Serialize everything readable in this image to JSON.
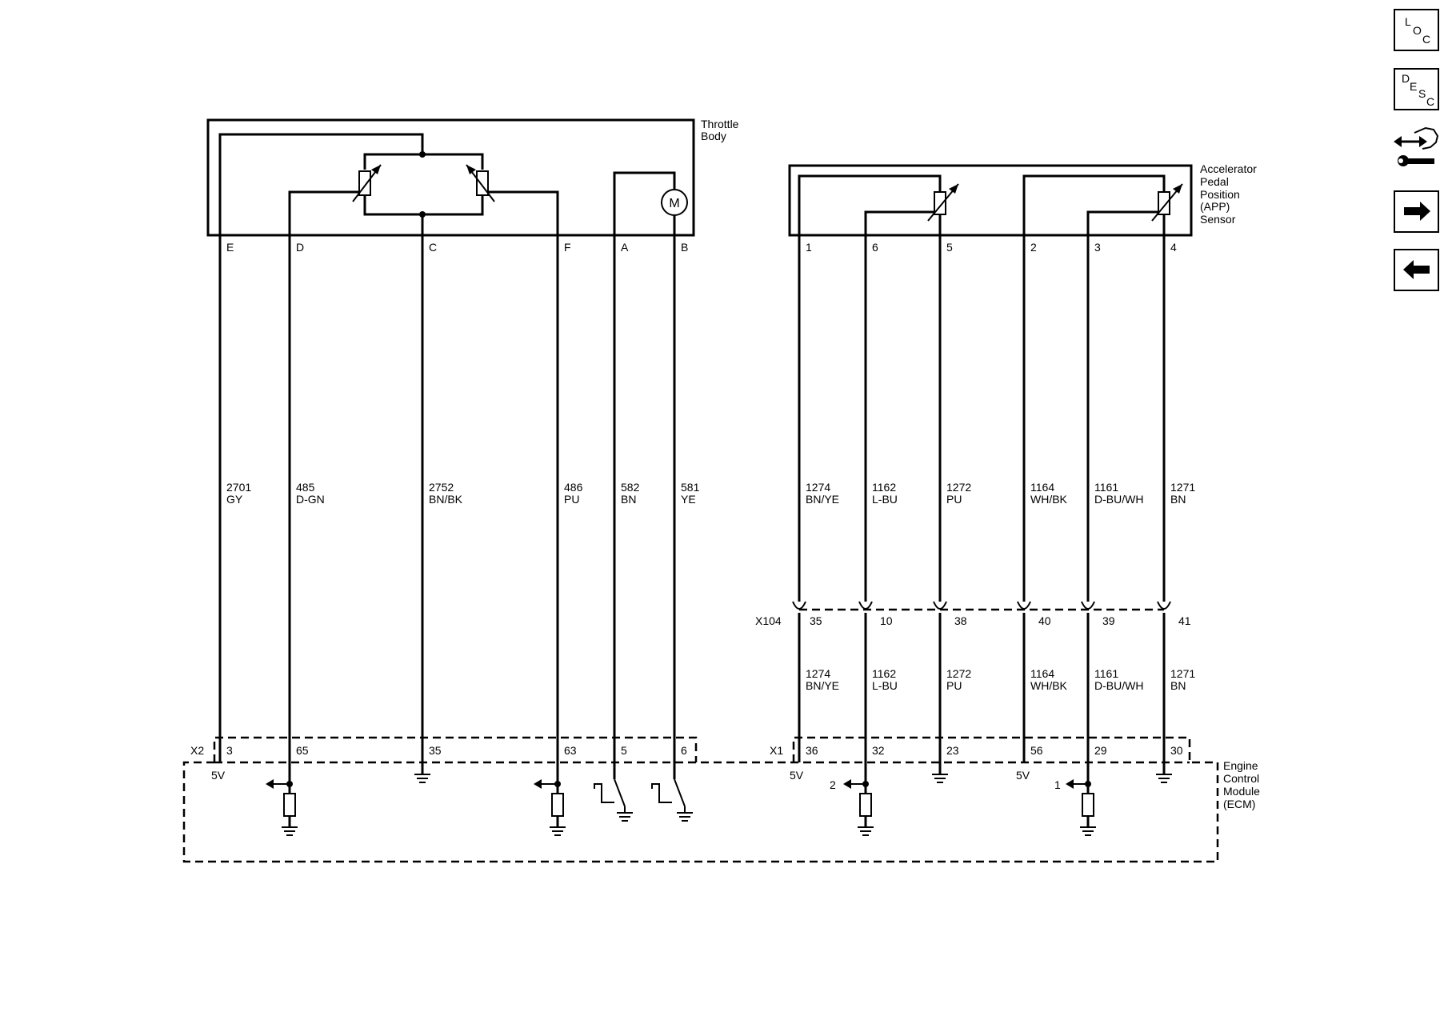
{
  "nav": {
    "loc": {
      "c1": "L",
      "c2": "O",
      "c3": "C"
    },
    "desc": {
      "c1": "D",
      "c2": "E",
      "c3": "S",
      "c4": "C"
    },
    "icon_connector": "connector-wrench-icon",
    "icon_next": "arrow-right-icon",
    "icon_prev": "arrow-left-icon"
  },
  "components": {
    "throttle_body": {
      "line1": "Throttle",
      "line2": "Body"
    },
    "app_sensor": {
      "line1": "Accelerator",
      "line2": "Pedal",
      "line3": "Position",
      "line4": "(APP)",
      "line5": "Sensor"
    },
    "ecm": {
      "line1": "Engine",
      "line2": "Control",
      "line3": "Module",
      "line4": "(ECM)"
    },
    "motor_symbol": "M"
  },
  "connectors": {
    "x2": "X2",
    "x1": "X1",
    "x104": "X104"
  },
  "voltage_label": "5V",
  "left_wires": [
    {
      "pin": "E",
      "circuit": "2701",
      "color": "GY",
      "ecm_pin": "3"
    },
    {
      "pin": "D",
      "circuit": "485",
      "color": "D-GN",
      "ecm_pin": "65"
    },
    {
      "pin": "C",
      "circuit": "2752",
      "color": "BN/BK",
      "ecm_pin": "35"
    },
    {
      "pin": "F",
      "circuit": "486",
      "color": "PU",
      "ecm_pin": "63"
    },
    {
      "pin": "A",
      "circuit": "582",
      "color": "BN",
      "ecm_pin": "5"
    },
    {
      "pin": "B",
      "circuit": "581",
      "color": "YE",
      "ecm_pin": "6"
    }
  ],
  "right_wires": [
    {
      "pin": "1",
      "circuit": "1274",
      "color": "BN/YE",
      "x104_pin": "35",
      "ecm_pin": "36"
    },
    {
      "pin": "6",
      "circuit": "1162",
      "color": "L-BU",
      "x104_pin": "10",
      "ecm_pin": "32"
    },
    {
      "pin": "5",
      "circuit": "1272",
      "color": "PU",
      "x104_pin": "38",
      "ecm_pin": "23"
    },
    {
      "pin": "2",
      "circuit": "1164",
      "color": "WH/BK",
      "x104_pin": "40",
      "ecm_pin": "56"
    },
    {
      "pin": "3",
      "circuit": "1161",
      "color": "D-BU/WH",
      "x104_pin": "39",
      "ecm_pin": "29"
    },
    {
      "pin": "4",
      "circuit": "1271",
      "color": "BN",
      "x104_pin": "41",
      "ecm_pin": "30"
    }
  ],
  "signal_labels": {
    "sig2": "2",
    "sig1": "1"
  }
}
